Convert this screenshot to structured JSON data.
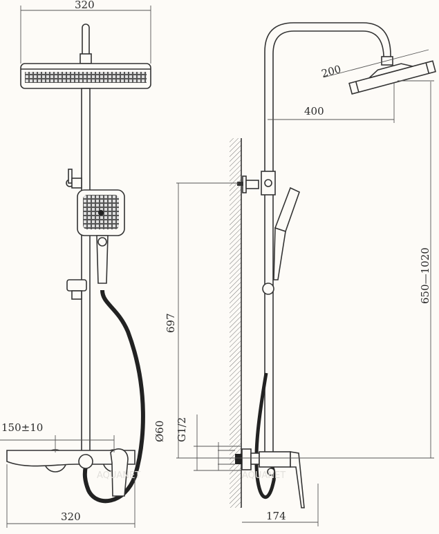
{
  "title": "Shower system technical drawing",
  "dimensions": {
    "front_head_width": "320",
    "mixer_width": "320",
    "mixer_centers": "150±10",
    "head_depth": "200",
    "arm_reach": "400",
    "height_range": "650—1020",
    "bracket_height": "697",
    "flange_diameter": "Ø60",
    "thread": "G1/2",
    "mixer_projection": "174"
  },
  "watermark": "AQUANET"
}
